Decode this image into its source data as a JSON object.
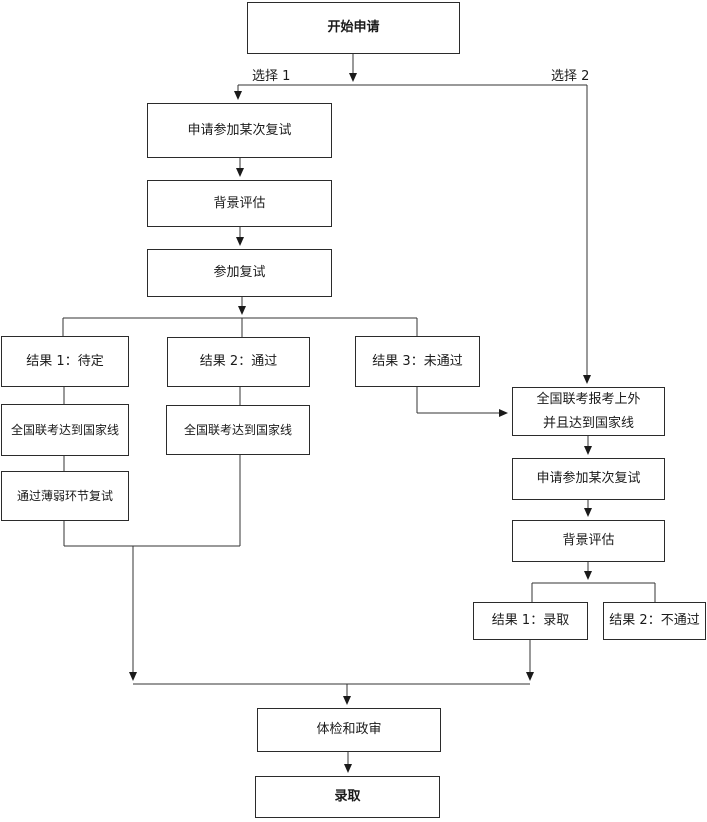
{
  "diagram_type": "flowchart",
  "colors": {
    "background": "#ffffff",
    "box_border": "#2b2b2b",
    "line": "#333333",
    "text": "#1a1a1a"
  },
  "edge_labels": {
    "choice1": "选择 1",
    "choice2": "选择 2"
  },
  "nodes": {
    "start": {
      "label": "开始申请"
    },
    "apply_retest_left": {
      "label": "申请参加某次复试"
    },
    "background_eval_left": {
      "label": "背景评估"
    },
    "attend_retest": {
      "label": "参加复试"
    },
    "result1_pending": {
      "label": "结果 1：待定"
    },
    "result2_pass": {
      "label": "结果 2：通过"
    },
    "result3_fail": {
      "label": "结果 3：未通过"
    },
    "national_line_left": {
      "label": "全国联考达到国家线"
    },
    "weak_link_retest": {
      "label": "通过薄弱环节复试"
    },
    "national_line_mid": {
      "label": "全国联考达到国家线"
    },
    "sisu_national_line": {
      "line1": "全国联考报考上外",
      "line2": "并且达到国家线"
    },
    "apply_retest_right": {
      "label": "申请参加某次复试"
    },
    "background_eval_right": {
      "label": "背景评估"
    },
    "result1_admit": {
      "label": "结果 1：录取"
    },
    "result2_reject": {
      "label": "结果 2：不通过"
    },
    "health_political_check": {
      "label": "体检和政审"
    },
    "admit": {
      "label": "录取"
    }
  }
}
